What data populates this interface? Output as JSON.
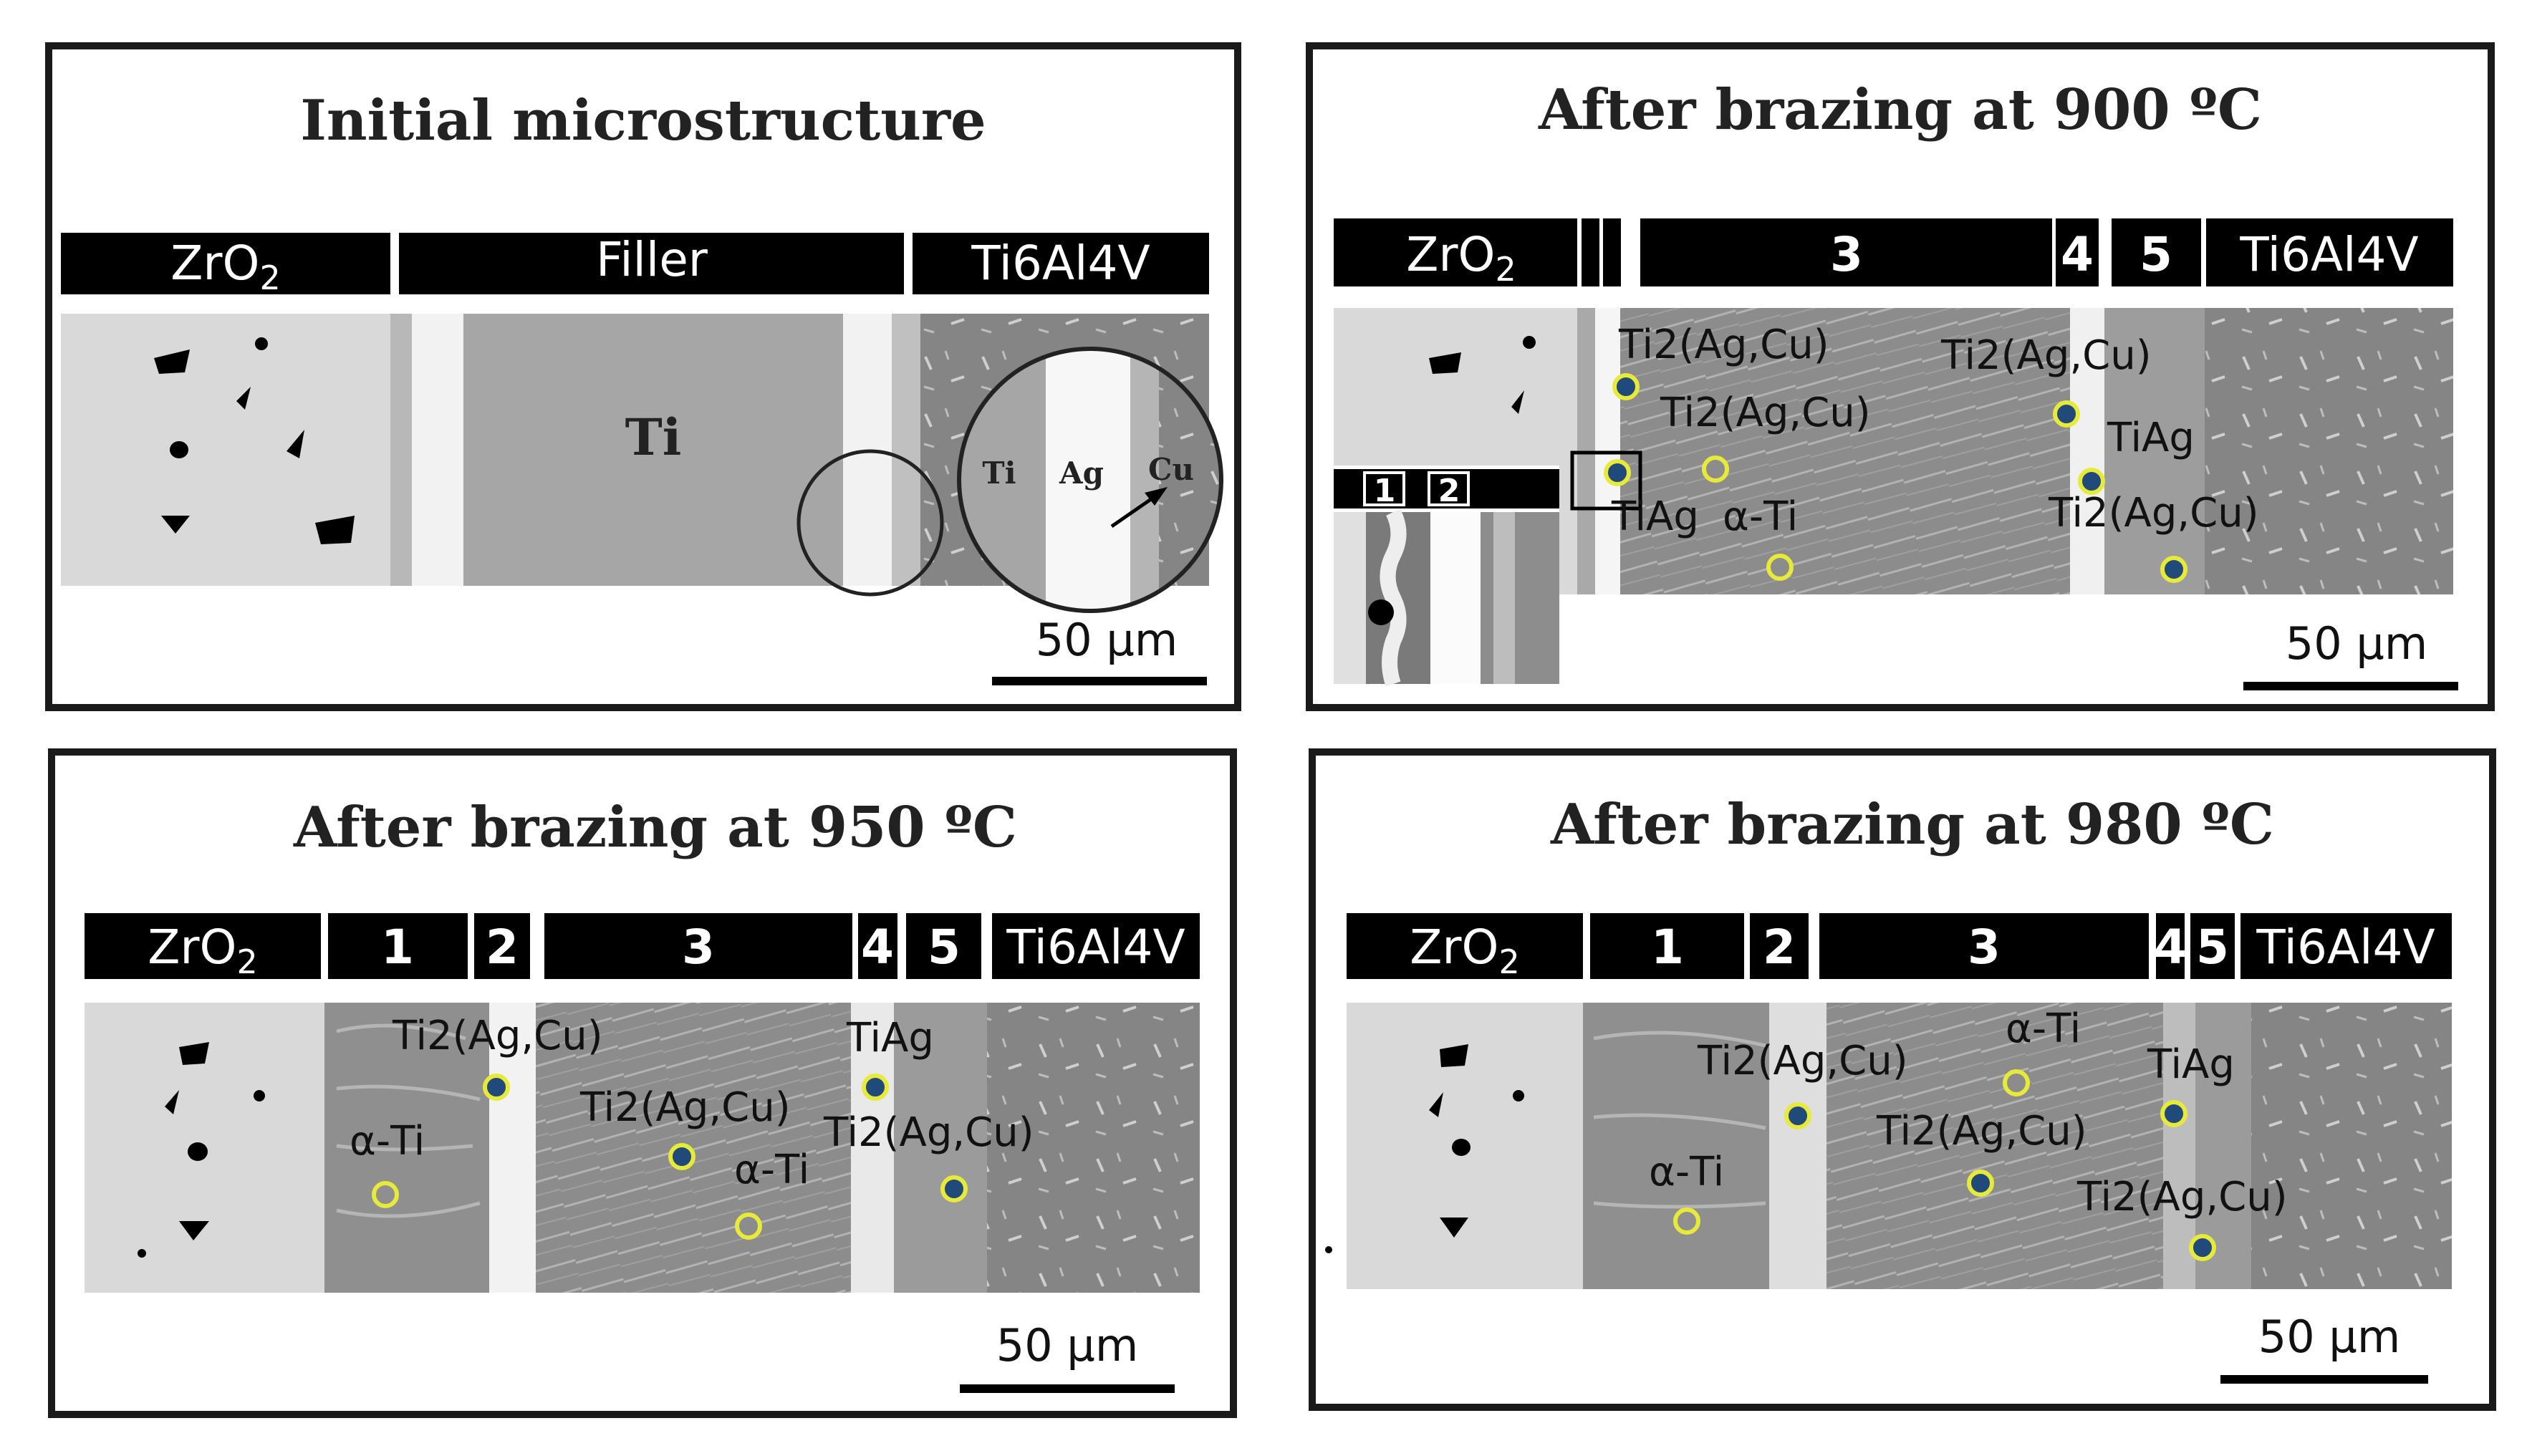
{
  "panels": {
    "initial": {
      "title": "Initial microstructure",
      "bar": [
        "ZrO2",
        "Filler",
        "Ti6Al4V"
      ],
      "filler_label": "Ti",
      "circle_labels": [
        "Ti",
        "Ag",
        "Cu"
      ],
      "scale": "50 μm"
    },
    "b900": {
      "title": "After brazing at 900 ºC",
      "bar": [
        "ZrO2",
        "3",
        "4",
        "5",
        "Ti6Al4V"
      ],
      "inset_bar": [
        "1",
        "2"
      ],
      "phases": [
        "Ti2(Ag,Cu)",
        "Ti2(Ag,Cu)",
        "Ti2(Ag,Cu)",
        "TiAg",
        "TiAg",
        "α-Ti",
        "Ti2(Ag,Cu)"
      ],
      "scale": "50 μm"
    },
    "b950": {
      "title": "After brazing at 950 ºC",
      "bar": [
        "ZrO2",
        "1",
        "2",
        "3",
        "4",
        "5",
        "Ti6Al4V"
      ],
      "phases": [
        "Ti2(Ag,Cu)",
        "TiAg",
        "Ti2(Ag,Cu)",
        "α-Ti",
        "α-Ti",
        "Ti2(Ag,Cu)"
      ],
      "scale": "50 μm"
    },
    "b980": {
      "title": "After brazing at 980 ºC",
      "bar": [
        "ZrO2",
        "1",
        "2",
        "3",
        "4",
        "5",
        "Ti6Al4V"
      ],
      "phases": [
        "α-Ti",
        "TiAg",
        "Ti2(Ag,Cu)",
        "Ti2(Ag,Cu)",
        "α-Ti",
        "Ti2(Ag,Cu)"
      ],
      "scale": "50 μm"
    }
  },
  "colors": {
    "frame": "#1a1a1a",
    "bar": "#000000",
    "ceramic": "#d9d9d9",
    "filler": "#a6a6a6",
    "alloy": "#8a8a8a",
    "marker_ring": "#e8ea3a",
    "marker_fill": "#1f4a7a"
  }
}
